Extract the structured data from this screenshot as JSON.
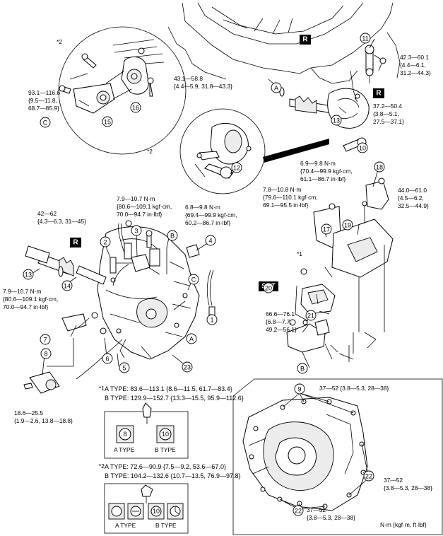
{
  "torque": {
    "t_93": [
      "93.1—116.6",
      "{9.5—11.8,",
      "68.7—85.9}"
    ],
    "t_43": [
      "43.1—58.8",
      "{4.4—5.9, 31.8—43.3}"
    ],
    "t_42_60": [
      "42.3—60.1",
      "{4.4—6.1,",
      "31.2—44.3}"
    ],
    "t_37_50": [
      "37.2—50.4",
      "{3.8—5.1,",
      "27.5—37.1}"
    ],
    "t_6_9_top": [
      "6.9—9.8 N·m",
      "{70.4—99.9 kgf·cm,",
      "61.1—86.7 in·lbf}"
    ],
    "t_7_9_top": [
      "7.9—10.7 N·m",
      "{80.6—109.1 kgf·cm,",
      "70.0—94.7 in·lbf}"
    ],
    "t_6_8": [
      "6.8—9.8 N·m",
      "{69.4—99.9 kgf·cm,",
      "60.2—86.7 in·lbf}"
    ],
    "t_42_62": [
      "42—62",
      "{4.3—6.3, 31—45}"
    ],
    "t_7_8": [
      "7.8—10.8 N·m",
      "{79.6—110.1 kgf·cm,",
      "69.1—95.5 in·lbf}"
    ],
    "t_44": [
      "44.0—61.0",
      "{4.5—6.2,",
      "32.5—44.9}"
    ],
    "t_7_9_left": [
      "7.9—10.7 N·m",
      "{80.6—109.1 kgf·cm,",
      "70.0—94.7 in·lbf}"
    ],
    "t_66": [
      "66.6—76.1",
      "{6.8—7.7,",
      "49.2—56.1}"
    ],
    "t_18": [
      "18.6—25.5",
      "{1.9—2.6, 13.8—18.8}"
    ],
    "t_37_52_a": "37—52 {3.8—5.3, 28—38}",
    "t_37_52_b": [
      "37—52",
      "{3.8—5.3, 28—38}"
    ],
    "t_37_52_c": [
      "37—52",
      "{3.8—5.3, 28—38}"
    ]
  },
  "notes": {
    "mark1": "*1",
    "mark2": "*2",
    "n1_a": "A TYPE: 83.6—113.1 {8.6—11.5, 61.7—83.4}",
    "n1_b": "B TYPE: 129.9—152.7 {13.3—15.5, 95.9—112.6}",
    "n2_a": "A TYPE: 72.6—90.9 {7.5—9.2, 53.6—67.0}",
    "n2_b": "B TYPE: 104.2—132.6 {10.7—13.5, 76.9—97.8}",
    "box1_a_label": "A TYPE",
    "box1_b_label": "B TYPE",
    "box1_a_head": "8",
    "box1_b_head": "10",
    "box2_a_label": "A TYPE",
    "box2_b_label": "B TYPE",
    "box2_b_head": "10"
  },
  "callouts": [
    "1",
    "2",
    "3",
    "4",
    "5",
    "6",
    "7",
    "8",
    "9",
    "10",
    "11",
    "12",
    "13",
    "13",
    "14",
    "15",
    "16",
    "17",
    "18",
    "19",
    "20",
    "21",
    "22",
    "22",
    "23"
  ],
  "letters": [
    "A",
    "A",
    "B",
    "B",
    "C",
    "C"
  ],
  "badges": {
    "r": "R",
    "sst": "SST"
  },
  "units": "N·m {kgf·m, ft·lbf}",
  "asterisks": {
    "s1": "*1",
    "s2": "*2",
    "s3": "*2"
  }
}
